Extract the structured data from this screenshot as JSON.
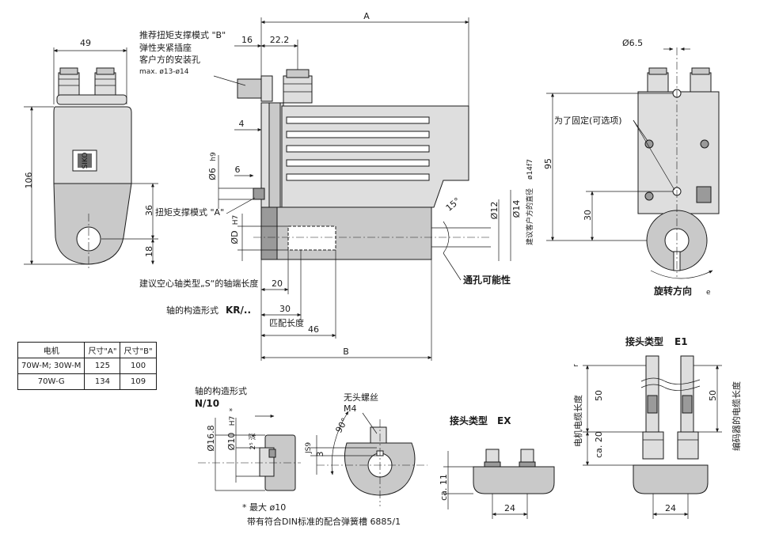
{
  "front_view": {
    "width_dim": "49",
    "height_dim": "106",
    "dim_36": "36",
    "dim_18": "18",
    "logo_text": "SIKO"
  },
  "side_view": {
    "dim_A": "A",
    "dim_B": "B",
    "dim_16": "16",
    "dim_22_2": "22.2",
    "dim_4": "4",
    "dim_6": "6",
    "dim_d6": "Ø6",
    "dim_d6_tol": "h9",
    "dim_dD": "ØD",
    "dim_dD_tol": "H7",
    "dim_20": "20",
    "dim_30": "30",
    "dim_46": "46",
    "dim_15deg": "15°",
    "dim_d12": "Ø12",
    "dim_d14": "Ø14",
    "torque_b_lines": [
      "推荐扭矩支撑模式 \"B\"",
      "弹性夹紧插座",
      "客户方的安装孔",
      "max. ø13-ø14"
    ],
    "torque_a_label": "扭矩支撑模式 \"A\"",
    "hollow_shaft_label": "建议空心轴类型„S“的轴端长度",
    "shaft_form_label": "轴的构造形式",
    "shaft_form_code": "KR/..",
    "mating_length": "匹配长度",
    "customer_diam": "建议客户方的直径",
    "customer_diam_tol": "ø14f7",
    "through_hole": "通孔可能性"
  },
  "rear_view": {
    "dim_d6_5": "Ø6.5",
    "dim_95": "95",
    "dim_30": "30",
    "fix_label": "为了固定(可选项)",
    "rotation_label": "旋转方向",
    "rotation_suffix": "e"
  },
  "table": {
    "headers": [
      "电机",
      "尺寸\"A\"",
      "尺寸\"B\""
    ],
    "rows": [
      [
        "70W-M; 30W-M",
        "125",
        "100"
      ],
      [
        "70W-G",
        "134",
        "109"
      ]
    ]
  },
  "shaft_n10": {
    "title": "轴的构造形式",
    "code": "N/10",
    "dim_d16_8": "Ø16.8",
    "dim_d10": "Ø10",
    "dim_d10_tol": "H7",
    "star": "*",
    "dim_depth": "2⁵ 深",
    "note_star": "* 最大 ø10",
    "note_din": "带有符合DIN标准的配合弹簧槽 6885/1"
  },
  "set_screw": {
    "label": "无头螺丝",
    "size": "M4",
    "dim_90": "90°",
    "dim_3": "3",
    "dim_js9": "JS9"
  },
  "connector_ex": {
    "title": "接头类型",
    "code": "EX",
    "dim_ca11": "ca. 11",
    "dim_24": "24"
  },
  "connector_e1": {
    "title": "接头类型",
    "code": "E1",
    "dim_50_left": "50",
    "dim_50_right": "50",
    "dim_ca20": "ca. 20",
    "dim_24": "24",
    "motor_cable": "电机电缆长度",
    "motor_cable_suffix": "r",
    "encoder_cable": "编码器的电缆长度"
  }
}
